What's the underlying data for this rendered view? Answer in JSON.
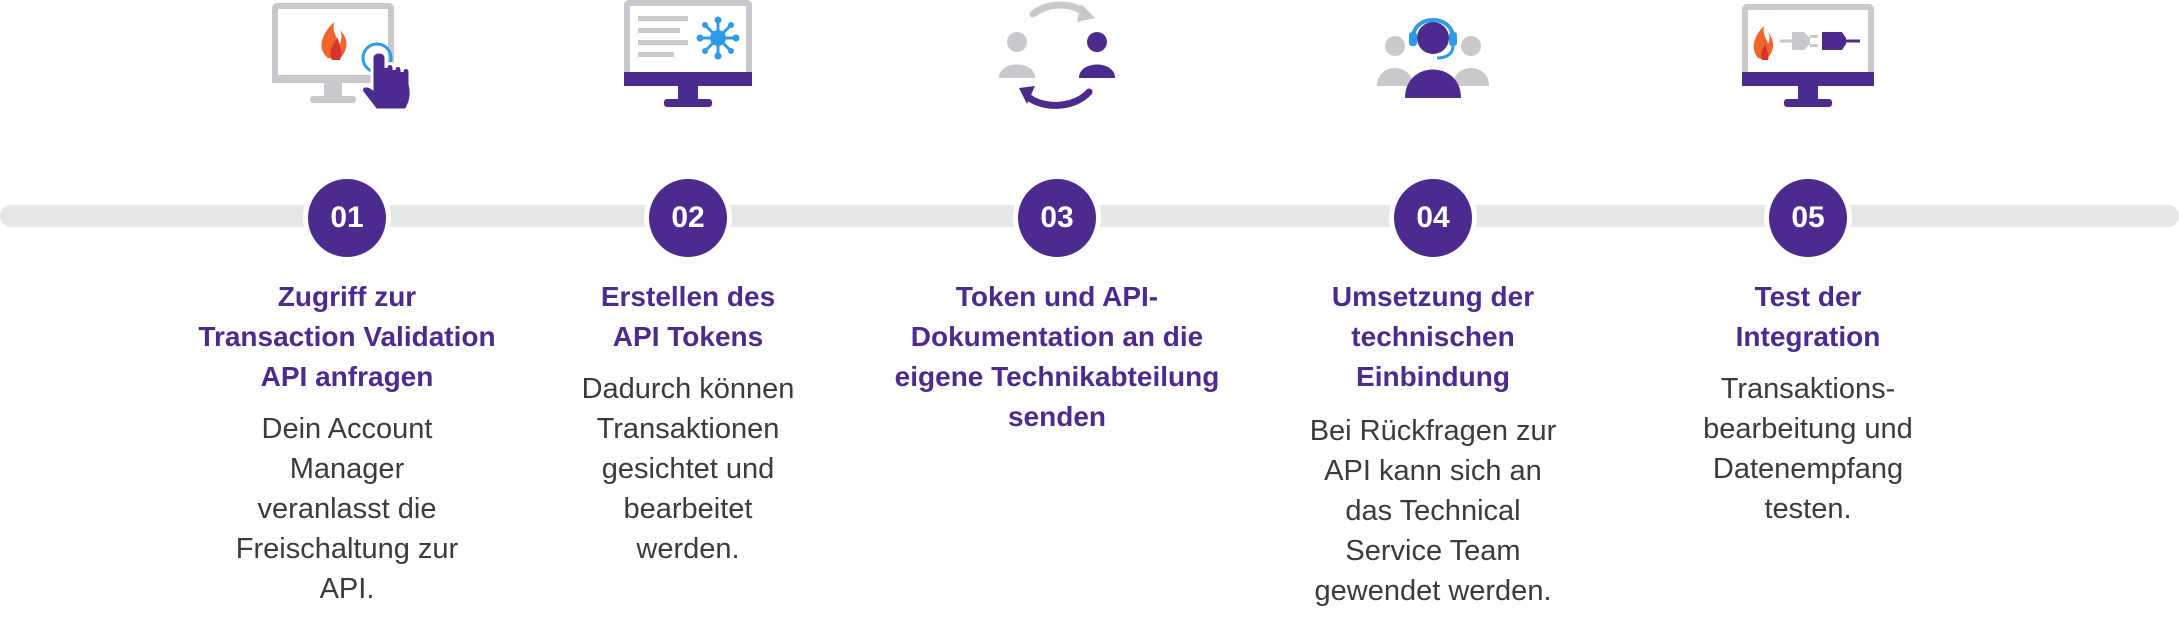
{
  "colors": {
    "brand_purple": "#4c2b8f",
    "track_gray": "#e6e7e9",
    "icon_gray": "#c7c9cc",
    "text_dark": "#3b3b3b",
    "flame_orange": "#f0642d",
    "flame_red": "#d9342b",
    "accent_blue": "#2e9be6"
  },
  "steps": [
    {
      "number": "01",
      "icon": "monitor-flame-hand-icon",
      "title_lines": [
        "Zugriff zur",
        "Transaction Validation",
        "API anfragen"
      ],
      "desc_lines": [
        "Dein Account",
        "Manager",
        "veranlasst die",
        "Freischaltung zur",
        "API."
      ]
    },
    {
      "number": "02",
      "icon": "monitor-network-icon",
      "title_lines": [
        "Erstellen des",
        "API Tokens"
      ],
      "desc_lines": [
        "Dadurch können",
        "Transaktionen",
        "gesichtet und",
        "bearbeitet",
        "werden."
      ]
    },
    {
      "number": "03",
      "icon": "users-exchange-icon",
      "title_lines": [
        "Token und API-",
        "Dokumentation an die",
        "eigene Technikabteilung",
        "senden"
      ],
      "desc_lines": []
    },
    {
      "number": "04",
      "icon": "support-headset-team-icon",
      "title_lines": [
        "Umsetzung der",
        "technischen",
        "Einbindung"
      ],
      "desc_lines": [
        "Bei Rückfragen zur",
        "API kann sich an",
        "das Technical",
        "Service Team",
        "gewendet werden."
      ]
    },
    {
      "number": "05",
      "icon": "monitor-flame-plug-icon",
      "title_lines": [
        "Test der",
        "Integration"
      ],
      "desc_lines": [
        "Transaktions-",
        "bearbeitung und",
        "Datenempfang",
        "testen."
      ]
    }
  ]
}
